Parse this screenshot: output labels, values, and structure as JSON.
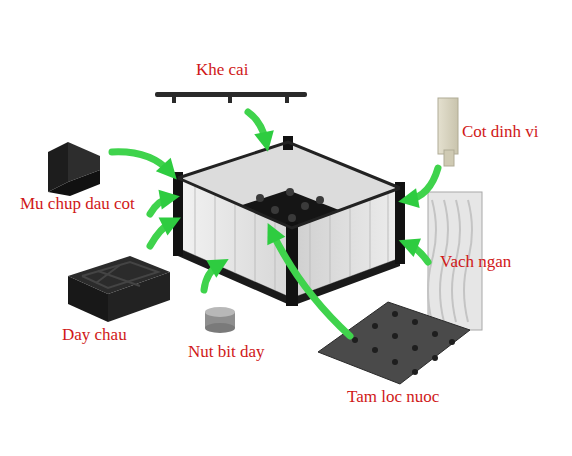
{
  "diagram": {
    "labels": [
      "Khe cai",
      "Cot dinh vi",
      "Mu chup dau cot",
      "Vach ngan",
      "Day chau",
      "Nut bit day",
      "Tam loc nuoc"
    ]
  }
}
